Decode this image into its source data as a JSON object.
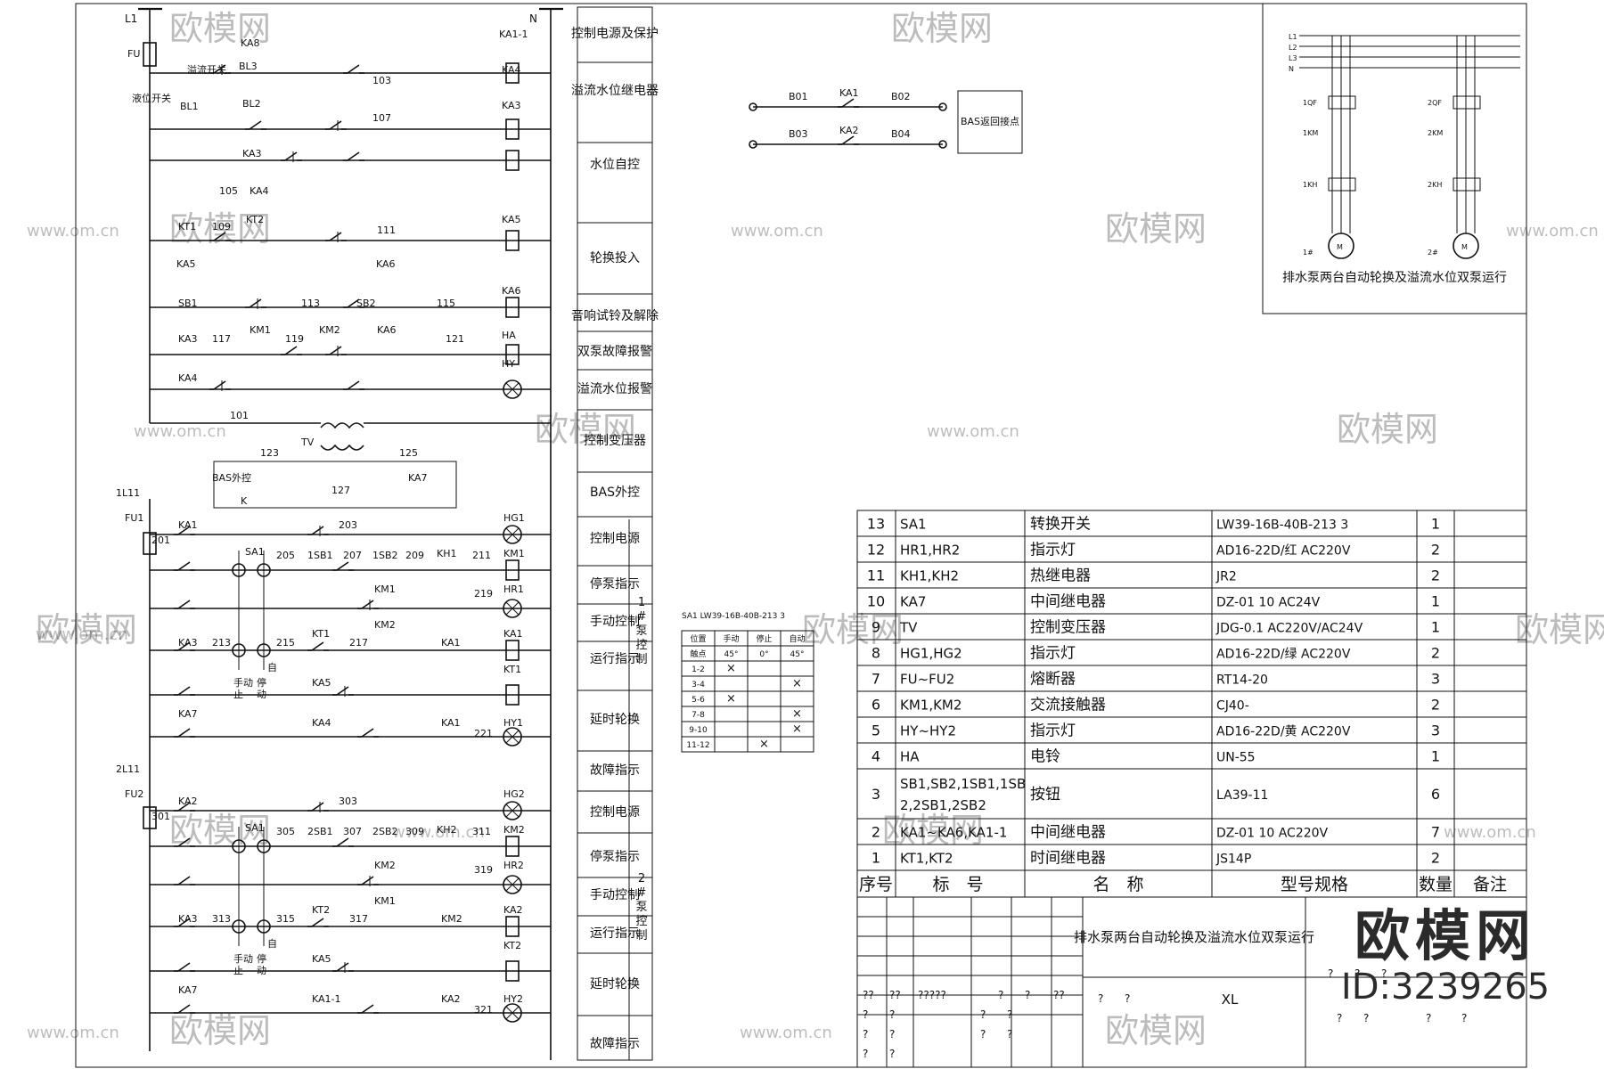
{
  "watermark": {
    "text": "欧模网",
    "url": "www.om.cn",
    "url_short": "om.cn"
  },
  "logo": {
    "brand": "欧模网",
    "id": "ID:3239265"
  },
  "bus": {
    "left": "L1",
    "right": "N",
    "fuse_left": "FU"
  },
  "sections": [
    "控制电源及保护",
    "溢流水位继电器",
    "水位自控",
    "轮换投入",
    "音响试铃及解除",
    "双泵故障报警",
    "溢流水位报警",
    "控制变压器",
    "BAS外控",
    "控制电源",
    "停泵指示",
    "手动控制",
    "运行指示",
    "延时轮换",
    "故障指示",
    "控制电源",
    "停泵指示",
    "手动控制",
    "运行指示",
    "延时轮换",
    "故障指示"
  ],
  "pump_groups": [
    "1#泵控制",
    "2#泵控制"
  ],
  "top_circuit": {
    "labels": [
      "KA8",
      "BL3",
      "溢流开关",
      "液位开关",
      "BL1",
      "BL2",
      "KA3",
      "KA4",
      "105",
      "103",
      "107",
      "KA1-1",
      "KA4",
      "KA3",
      "KT1",
      "109",
      "KT2",
      "111",
      "KA5",
      "KA5",
      "KA6",
      "SB1",
      "113",
      "SB2",
      "115",
      "KA6",
      "KA3",
      "117",
      "KM1",
      "119",
      "KM2",
      "KA6",
      "121",
      "HA",
      "HY",
      "KA4",
      "101",
      "TV",
      "123",
      "125",
      "BAS外控",
      "K",
      "127",
      "KA7"
    ]
  },
  "pump1_circuit": {
    "labels": [
      "1L11",
      "FU1",
      "201",
      "KA1",
      "203",
      "HG1",
      "SA1",
      "205",
      "1SB1",
      "207",
      "1SB2",
      "209",
      "KH1",
      "211",
      "KM1",
      "KM1",
      "219",
      "HR1",
      "KA3",
      "213",
      "215",
      "KT1",
      "217",
      "KM2",
      "KA1",
      "KA1",
      "KT1",
      "KA5",
      "KA4",
      "KA7",
      "KA1",
      "221",
      "HY1",
      "手动",
      "停",
      "自",
      "止",
      "动"
    ]
  },
  "pump2_circuit": {
    "labels": [
      "2L11",
      "FU2",
      "301",
      "KA2",
      "303",
      "HG2",
      "SA1",
      "305",
      "2SB1",
      "307",
      "2SB2",
      "309",
      "KH2",
      "311",
      "KM2",
      "KM2",
      "319",
      "HR2",
      "KA3",
      "313",
      "315",
      "KT2",
      "317",
      "KM1",
      "KM2",
      "KA2",
      "KT2",
      "KA5",
      "KA1-1",
      "KA7",
      "KA2",
      "321",
      "HY2",
      "手动",
      "停",
      "自",
      "止",
      "动"
    ]
  },
  "bas_contacts": {
    "rows": [
      {
        "left": "B01",
        "contact": "KA1",
        "right": "B02"
      },
      {
        "left": "B03",
        "contact": "KA2",
        "right": "B04"
      }
    ],
    "box": "BAS返回接点"
  },
  "switch_table": {
    "title": "SA1  LW39-16B-40B-213 3",
    "header": [
      "位置",
      "手动",
      "停止",
      "自动"
    ],
    "angle_row": [
      "触点",
      "45°",
      "0°",
      "45°"
    ],
    "rows": [
      {
        "contact": "1-2",
        "marks": [
          "×",
          "",
          ""
        ]
      },
      {
        "contact": "3-4",
        "marks": [
          "",
          "",
          "×"
        ]
      },
      {
        "contact": "5-6",
        "marks": [
          "×",
          "",
          ""
        ]
      },
      {
        "contact": "7-8",
        "marks": [
          "",
          "",
          "×"
        ]
      },
      {
        "contact": "9-10",
        "marks": [
          "",
          "",
          "×"
        ]
      },
      {
        "contact": "11-12",
        "marks": [
          "",
          "×",
          ""
        ]
      }
    ]
  },
  "pump_motor": {
    "caption": "排水泵两台自动轮换及溢流水位双泵运行",
    "labels": [
      "L1",
      "L2",
      "L3",
      "N",
      "1QF",
      "1KM",
      "1KH",
      "M",
      "1#",
      "2QF",
      "2KM",
      "2KH",
      "M",
      "2#"
    ]
  },
  "bom": {
    "header": [
      "序号",
      "标　号",
      "名　称",
      "型号规格",
      "数量",
      "备注"
    ],
    "rows": [
      [
        "13",
        "SA1",
        "转换开关",
        "LW39-16B-40B-213 3",
        "1",
        ""
      ],
      [
        "12",
        "HR1,HR2",
        "指示灯",
        "AD16-22D/红 AC220V",
        "2",
        ""
      ],
      [
        "11",
        "KH1,KH2",
        "热继电器",
        "JR2",
        "2",
        ""
      ],
      [
        "10",
        "KA7",
        "中间继电器",
        "DZ-01 10 AC24V",
        "1",
        ""
      ],
      [
        "9",
        "TV",
        "控制变压器",
        "JDG-0.1 AC220V/AC24V",
        "1",
        ""
      ],
      [
        "8",
        "HG1,HG2",
        "指示灯",
        "AD16-22D/绿 AC220V",
        "2",
        ""
      ],
      [
        "7",
        "FU~FU2",
        "熔断器",
        "RT14-20",
        "3",
        ""
      ],
      [
        "6",
        "KM1,KM2",
        "交流接触器",
        "CJ40-",
        "2",
        ""
      ],
      [
        "5",
        "HY~HY2",
        "指示灯",
        "AD16-22D/黄 AC220V",
        "3",
        ""
      ],
      [
        "4",
        "HA",
        "电铃",
        "UN-55",
        "1",
        ""
      ],
      [
        "3",
        "SB1,SB2,1SB1,1SB 2,2SB1,2SB2",
        "按钮",
        "LA39-11",
        "6",
        ""
      ],
      [
        "2",
        "KA1~KA6,KA1-1",
        "中间继电器",
        "DZ-01 10 AC220V",
        "7",
        ""
      ],
      [
        "1",
        "KT1,KT2",
        "时间继电器",
        "JS14P",
        "2",
        ""
      ]
    ]
  },
  "title_block": {
    "drawing_title": "排水泵两台自动轮换及溢流水位双泵运行",
    "code": "XL",
    "placeholders": [
      "??",
      "??",
      "?????",
      "?",
      "?",
      "??",
      "?",
      "?",
      "?",
      "?",
      "?",
      "?",
      "?",
      "?",
      "?",
      "?",
      "?",
      "???",
      "?",
      "?",
      "?",
      "?",
      "?",
      "?",
      "?",
      "?",
      "?",
      "?"
    ]
  }
}
